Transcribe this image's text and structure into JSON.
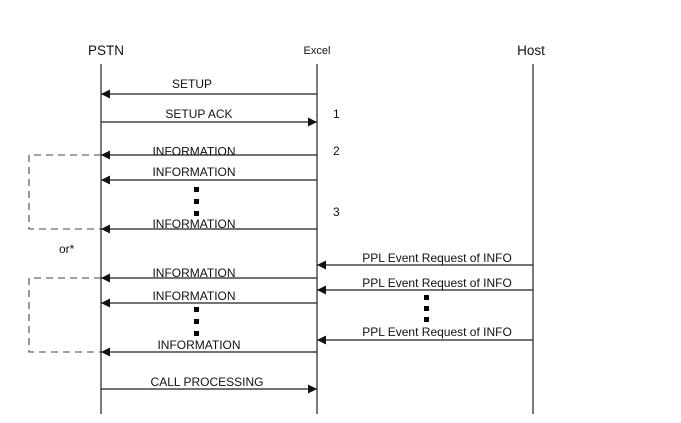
{
  "lifelines": {
    "pstn": "PSTN",
    "excel": "Excel",
    "host": "Host"
  },
  "messages": {
    "setup": "SETUP",
    "setup_ack": "SETUP ACK",
    "info1": "INFORMATION",
    "info2": "INFORMATION",
    "info3": "INFORMATION",
    "info4": "INFORMATION",
    "info5": "INFORMATION",
    "info6": "INFORMATION",
    "call_processing": "CALL PROCESSING",
    "ppl1": "PPL Event Request of INFO",
    "ppl2": "PPL Event Request of INFO",
    "ppl3": "PPL Event Request of INFO"
  },
  "step_numbers": {
    "n1": "1",
    "n2": "2",
    "n3": "3"
  },
  "alt_note": "or*"
}
